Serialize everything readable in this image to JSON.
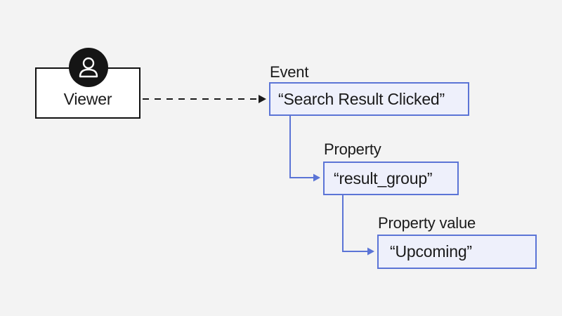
{
  "actor": {
    "label": "Viewer",
    "icon": "user-icon"
  },
  "event": {
    "heading": "Event",
    "value": "“Search Result Clicked”"
  },
  "property": {
    "heading": "Property",
    "value": "“result_group”"
  },
  "property_value": {
    "heading": "Property value",
    "value": "“Upcoming”"
  },
  "colors": {
    "background": "#f3f3f3",
    "accent": "#5b74d6",
    "node_fill": "#eef0fb",
    "actor_border": "#111111"
  }
}
